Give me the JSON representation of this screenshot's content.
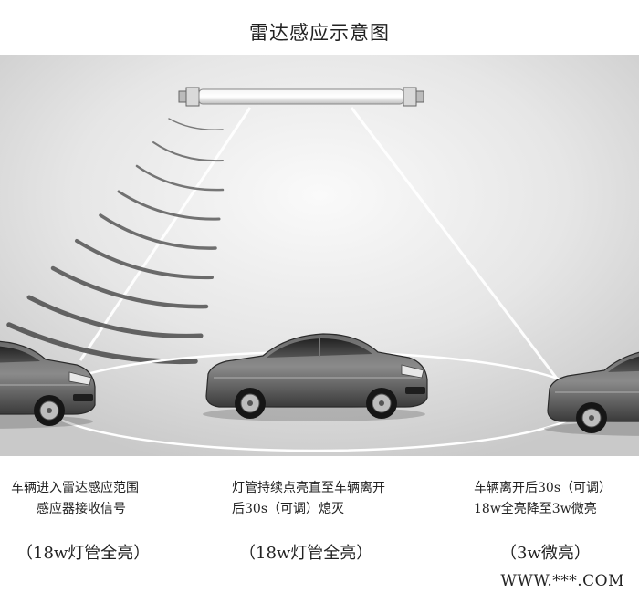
{
  "title": "雷达感应示意图",
  "stages": [
    {
      "line1": "车辆进入雷达感应范围",
      "line2": "感应器接收信号",
      "mode": "（18w灯管全亮）"
    },
    {
      "line1": "灯管持续点亮直至车辆离开",
      "line2": "后30s（可调）熄灭",
      "mode": "（18w灯管全亮）"
    },
    {
      "line1": "车辆离开后30s（可调）",
      "line2": "18w全亮降至3w微亮",
      "mode": "（3w微亮）"
    }
  ],
  "watermark": "WWW.***.COM"
}
